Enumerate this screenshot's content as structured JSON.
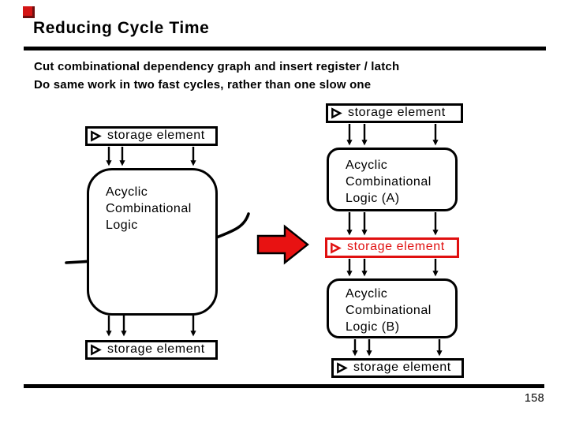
{
  "slide": {
    "title": "Reducing Cycle Time",
    "body_line_1": "Cut combinational dependency graph and insert register / latch",
    "body_line_2": "Do same work in two fast cycles, rather than one slow one",
    "page_number": "158"
  },
  "colors": {
    "highlight_red": "#e01010",
    "block_arrow_red": "#e81212",
    "line_black": "#000000"
  },
  "icons": {
    "storage_clock_icon": "open right-pointing triangle (flip-flop clock input)"
  },
  "left_diagram": {
    "storage_top_label": "storage element",
    "logic_lines": [
      "Acyclic",
      "Combinational",
      "Logic"
    ],
    "storage_bottom_label": "storage element"
  },
  "right_diagram": {
    "storage_top_label": "storage element",
    "logic_a_lines": [
      "Acyclic",
      "Combinational",
      "Logic (A)"
    ],
    "storage_mid_label": "storage element",
    "logic_b_lines": [
      "Acyclic",
      "Combinational",
      "Logic (B)"
    ],
    "storage_bottom_label": "storage element"
  }
}
